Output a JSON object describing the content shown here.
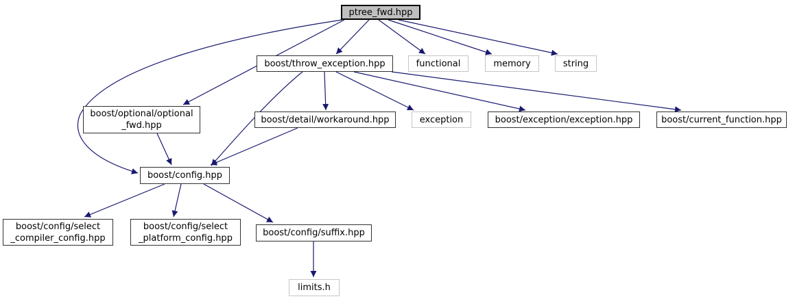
{
  "diagram": {
    "kind": "include-dependency-graph",
    "root": "ptree_fwd.hpp"
  },
  "colors": {
    "edge": "#191970",
    "root_node_fill": "#bfbfbf",
    "node_fill": "#ffffff",
    "node_border": "#303030",
    "system_node_border": "#c6c6c6",
    "text": "#000000"
  },
  "nodes": {
    "ptree_fwd": {
      "label": "ptree_fwd.hpp"
    },
    "throw_exception": {
      "label": "boost/throw_exception.hpp"
    },
    "functional": {
      "label": "functional"
    },
    "memory": {
      "label": "memory"
    },
    "string": {
      "label": "string"
    },
    "optional_fwd": {
      "line1": "boost/optional/optional",
      "line2": "_fwd.hpp"
    },
    "workaround": {
      "label": "boost/detail/workaround.hpp"
    },
    "exception": {
      "label": "exception"
    },
    "exception_hpp": {
      "label": "boost/exception/exception.hpp"
    },
    "current_function": {
      "label": "boost/current_function.hpp"
    },
    "config": {
      "label": "boost/config.hpp"
    },
    "select_compiler": {
      "line1": "boost/config/select",
      "line2": "_compiler_config.hpp"
    },
    "select_platform": {
      "line1": "boost/config/select",
      "line2": "_platform_config.hpp"
    },
    "suffix": {
      "label": "boost/config/suffix.hpp"
    },
    "limits": {
      "label": "limits.h"
    }
  },
  "edges": [
    {
      "from": "ptree_fwd.hpp",
      "to": "boost/throw_exception.hpp"
    },
    {
      "from": "ptree_fwd.hpp",
      "to": "functional"
    },
    {
      "from": "ptree_fwd.hpp",
      "to": "memory"
    },
    {
      "from": "ptree_fwd.hpp",
      "to": "string"
    },
    {
      "from": "ptree_fwd.hpp",
      "to": "boost/optional/optional_fwd.hpp"
    },
    {
      "from": "ptree_fwd.hpp",
      "to": "boost/config.hpp"
    },
    {
      "from": "boost/throw_exception.hpp",
      "to": "boost/detail/workaround.hpp"
    },
    {
      "from": "boost/throw_exception.hpp",
      "to": "exception"
    },
    {
      "from": "boost/throw_exception.hpp",
      "to": "boost/exception/exception.hpp"
    },
    {
      "from": "boost/throw_exception.hpp",
      "to": "boost/current_function.hpp"
    },
    {
      "from": "boost/throw_exception.hpp",
      "to": "boost/config.hpp"
    },
    {
      "from": "boost/optional/optional_fwd.hpp",
      "to": "boost/config.hpp"
    },
    {
      "from": "boost/detail/workaround.hpp",
      "to": "boost/config.hpp"
    },
    {
      "from": "boost/config.hpp",
      "to": "boost/config/select_compiler_config.hpp"
    },
    {
      "from": "boost/config.hpp",
      "to": "boost/config/select_platform_config.hpp"
    },
    {
      "from": "boost/config.hpp",
      "to": "boost/config/suffix.hpp"
    },
    {
      "from": "boost/config/suffix.hpp",
      "to": "limits.h"
    }
  ]
}
